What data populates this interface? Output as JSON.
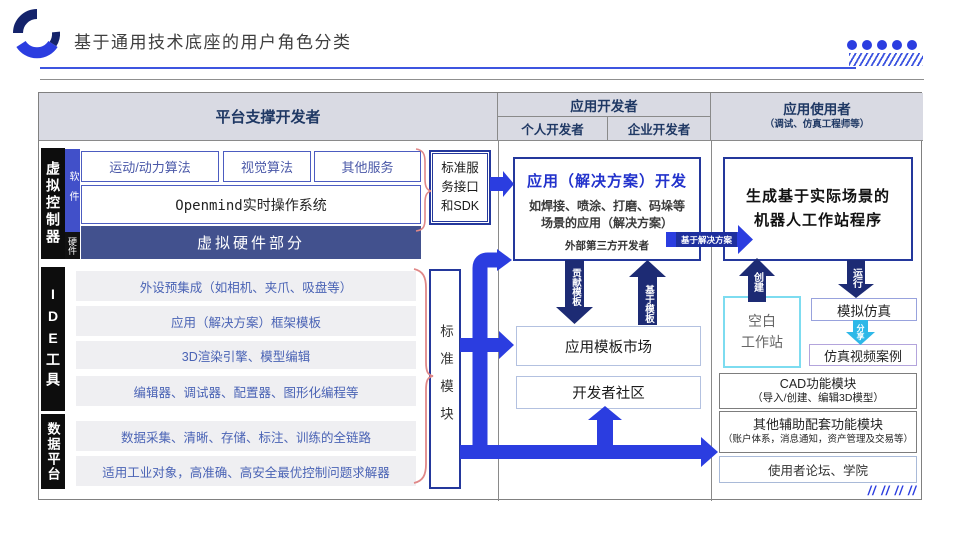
{
  "title": "基于通用技术底座的用户角色分类",
  "headers": {
    "platform": "平台支撑开发者",
    "app_dev": "应用开发者",
    "personal_dev": "个人开发者",
    "enterprise_dev": "企业开发者",
    "app_user": "应用使用者",
    "app_user_sub": "（调试、仿真工程师等）"
  },
  "platform": {
    "controller_label": "虚拟控制器",
    "software_label": "软件",
    "hardware_label": "硬件",
    "algo1": "运动/动力算法",
    "algo2": "视觉算法",
    "algo3": "其他服务",
    "os": "Openmind实时操作系统",
    "virtual_hw": "虚拟硬件部分",
    "ide_label": "IDE工具",
    "ide_rows": [
      "外设预集成（如相机、夹爪、吸盘等）",
      "应用（解决方案）框架模板",
      "3D渲染引擎、模型编辑",
      "编辑器、调试器、配置器、图形化编程等"
    ],
    "data_label": "数据平台",
    "data_rows": [
      "数据采集、清晰、存储、标注、训练的全链路",
      "适用工业对象，高准确、高安全最优控制问题求解器"
    ],
    "sdk_box": "标准服务接口和SDK",
    "module_box": "标准模块"
  },
  "middle": {
    "dev_title": "应用（解决方案）开发",
    "dev_desc1": "如焊接、喷涂、打磨、码垛等",
    "dev_desc2": "场景的应用（解决方案）",
    "dev_note": "外部第三方开发者",
    "market": "应用模板市场",
    "community": "开发者社区"
  },
  "right_col": {
    "gen_line1": "生成基于实际场景的",
    "gen_line2": "机器人工作站程序",
    "blank_line1": "空白",
    "blank_line2": "工作站",
    "sim": "模拟仿真",
    "sim_video": "仿真视频案例",
    "cad_title": "CAD功能模块",
    "cad_sub": "（导入/创建、编辑3D模型）",
    "aux_title": "其他辅助配套功能模块",
    "aux_sub": "（账户体系，消息通知，资产管理及交易等）",
    "forum": "使用者论坛、学院",
    "slashes": "// // // //"
  },
  "arrows": {
    "contribute": "贡献模板",
    "based_template": "基于模板",
    "based_solution": "基于解决方案",
    "create": "创建",
    "run": "运行",
    "share": "分享"
  },
  "colors": {
    "bright_blue": "#2b3de0",
    "navy": "#1d2b74",
    "cyan": "#2eb8e8",
    "header_text": "#1f3864",
    "box_border": "#24389c",
    "brace_red": "#e08888"
  }
}
